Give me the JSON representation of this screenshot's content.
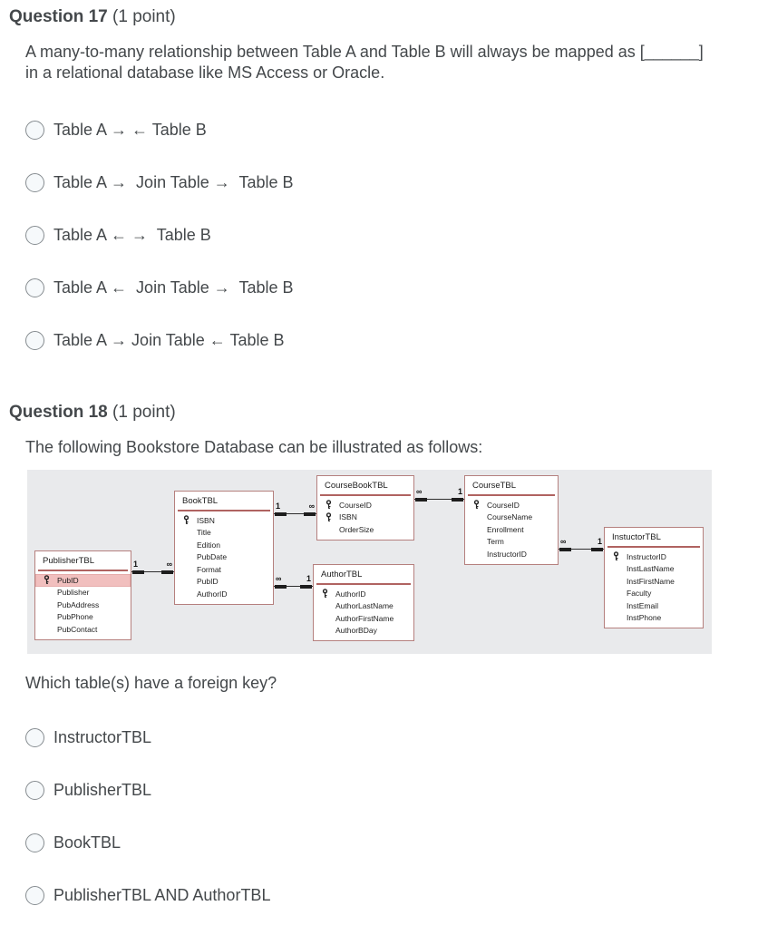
{
  "question17": {
    "title": "Question 17",
    "points": "(1 point)",
    "text": "A many-to-many relationship between Table A and Table B will always be mapped as [______] in a relational database like MS Access or Oracle.",
    "options": [
      {
        "label": "Table A → ← Table B"
      },
      {
        "label": "Table A →  Join Table →  Table B"
      },
      {
        "label": "Table A ← →  Table B"
      },
      {
        "label": "Table A ←  Join Table →  Table B"
      },
      {
        "label": "Table A → Join Table ← Table B"
      }
    ]
  },
  "question18": {
    "title": "Question 18",
    "points": "(1 point)",
    "intro": "The following Bookstore Database can be illustrated as follows:",
    "question": "Which table(s) have a foreign key?",
    "options": [
      {
        "label": "InstructorTBL"
      },
      {
        "label": "PublisherTBL"
      },
      {
        "label": "BookTBL"
      },
      {
        "label": "PublisherTBL AND AuthorTBL"
      }
    ]
  },
  "diagram": {
    "tables": [
      {
        "name": "PublisherTBL",
        "fields": [
          {
            "label": "PubID",
            "key": true,
            "highlight": true
          },
          {
            "label": "Publisher"
          },
          {
            "label": "PubAddress"
          },
          {
            "label": "PubPhone"
          },
          {
            "label": "PubContact"
          }
        ]
      },
      {
        "name": "BookTBL",
        "fields": [
          {
            "label": "ISBN",
            "key": true
          },
          {
            "label": "Title"
          },
          {
            "label": "Edition"
          },
          {
            "label": "PubDate"
          },
          {
            "label": "Format"
          },
          {
            "label": "PubID"
          },
          {
            "label": "AuthorID"
          }
        ]
      },
      {
        "name": "CourseBookTBL",
        "fields": [
          {
            "label": "CourseID",
            "key": true
          },
          {
            "label": "ISBN",
            "key": true
          },
          {
            "label": "OrderSize"
          }
        ]
      },
      {
        "name": "AuthorTBL",
        "fields": [
          {
            "label": "AuthorID",
            "key": true
          },
          {
            "label": "AuthorLastName"
          },
          {
            "label": "AuthorFirstName"
          },
          {
            "label": "AuthorBDay"
          }
        ]
      },
      {
        "name": "CourseTBL",
        "fields": [
          {
            "label": "CourseID",
            "key": true
          },
          {
            "label": "CourseName"
          },
          {
            "label": "Enrollment"
          },
          {
            "label": "Term"
          },
          {
            "label": "InstructorID"
          }
        ]
      },
      {
        "name": "InstuctorTBL",
        "fields": [
          {
            "label": "InstructorID",
            "key": true
          },
          {
            "label": "InstLastName"
          },
          {
            "label": "InstFirstName"
          },
          {
            "label": "Faculty"
          },
          {
            "label": "InstEmail"
          },
          {
            "label": "InstPhone"
          }
        ]
      }
    ],
    "connectors": [
      {
        "from": "PublisherTBL",
        "to": "BookTBL",
        "left_label": "1",
        "right_label": "∞"
      },
      {
        "from": "BookTBL",
        "to": "CourseBookTBL",
        "left_label": "1",
        "right_label": "∞"
      },
      {
        "from": "BookTBL",
        "to": "AuthorTBL",
        "left_label": "∞",
        "right_label": "1"
      },
      {
        "from": "CourseBookTBL",
        "to": "CourseTBL",
        "left_label": "∞",
        "right_label": "1"
      },
      {
        "from": "CourseTBL",
        "to": "InstuctorTBL",
        "left_label": "∞",
        "right_label": "1"
      }
    ]
  },
  "colors": {
    "page_background": "#ffffff",
    "text": "#44484b",
    "diagram_background": "#e9eaec",
    "table_border": "#b5807e",
    "table_separator": "#b06361",
    "primary_key_highlight": "#f1bfbe",
    "radio_border": "#868c90"
  },
  "icons": {
    "primary_key": "primary-key-icon",
    "radio": "radio-button"
  }
}
